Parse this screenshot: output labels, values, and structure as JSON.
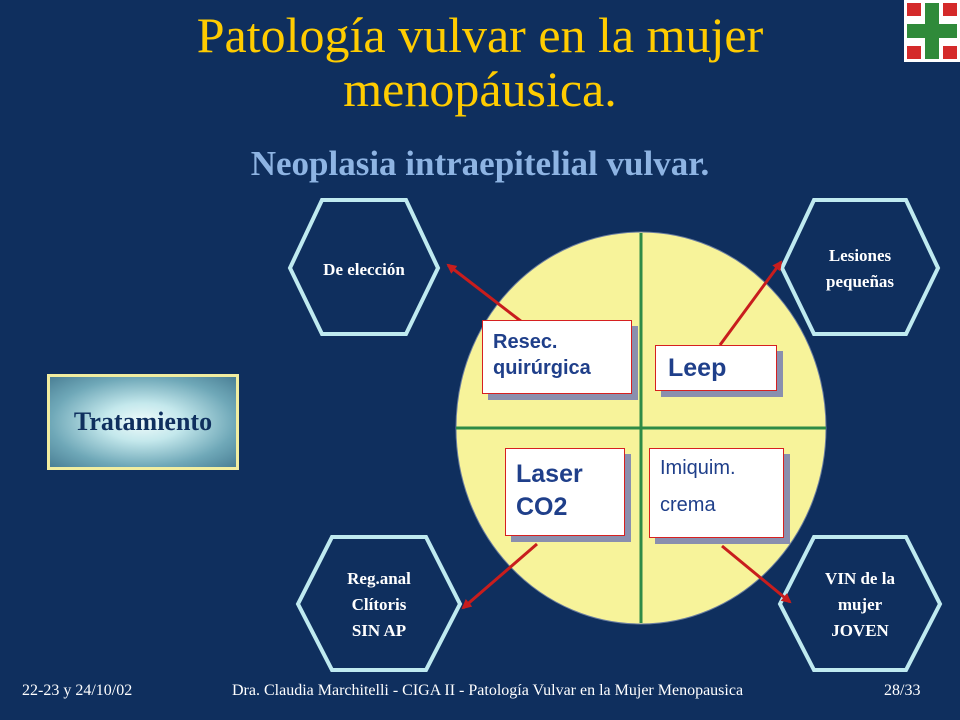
{
  "slide": {
    "title_line1": "Patología vulvar en la mujer",
    "title_line2": "menopáusica.",
    "subtitle": "Neoplasia intraepitelial vulvar."
  },
  "colors": {
    "background": "#0f2f5e",
    "title": "#ffcc00",
    "subtitle": "#8eb4e3",
    "circle_fill": "#f7f39a",
    "quadrant_lines": "#2e8b46",
    "arrows": "#c81d1d",
    "hex_outline": "#bfeaf0",
    "box_text": "#1f3f8a"
  },
  "hexagons": {
    "top_left": [
      "De elección"
    ],
    "top_right": [
      "Lesiones",
      "pequeñas"
    ],
    "bottom_left": [
      "Reg.anal",
      "Clítoris",
      "SIN AP"
    ],
    "bottom_right": [
      "VIN de la",
      "mujer",
      "JOVEN"
    ]
  },
  "treatments": {
    "top_left": [
      "Resec.",
      "quirúrgica"
    ],
    "top_right": [
      "Leep"
    ],
    "bottom_left": [
      "Laser",
      "CO2"
    ],
    "bottom_right": [
      "Imiquim.",
      "crema"
    ]
  },
  "tratamiento_label": "Tratamiento",
  "footer": {
    "date": "22-23 y 24/10/02",
    "author_info": "Dra. Claudia Marchitelli - CIGA II - Patología Vulvar en la Mujer Menopausica",
    "page": "28/33"
  }
}
